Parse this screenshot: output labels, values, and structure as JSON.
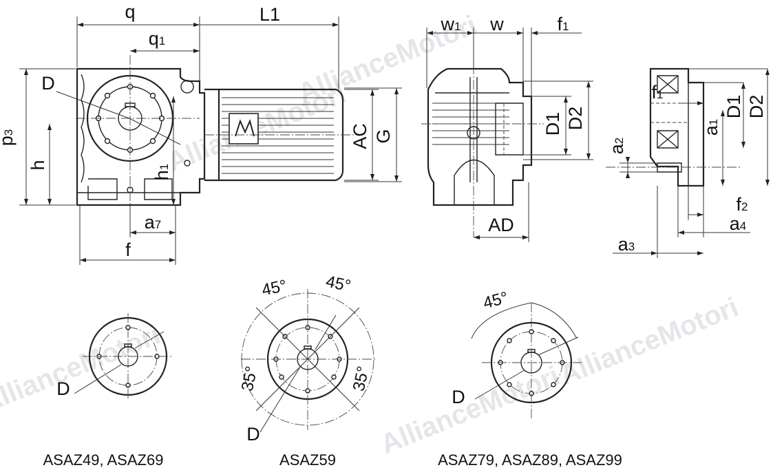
{
  "watermark": "AllianceMotori",
  "dims": {
    "q": "q",
    "q1": "q",
    "q1_sub": "1",
    "L1": "L1",
    "p3": "p",
    "p3_sub": "3",
    "h": "h",
    "h1": "h",
    "h1_sub": "1",
    "D": "D",
    "AC": "AC",
    "G": "G",
    "a7": "a",
    "a7_sub": "7",
    "f": "f",
    "w1": "w",
    "w1_sub": "1",
    "w": "w",
    "f1": "f",
    "f1_sub": "1",
    "D1": "D1",
    "D2": "D2",
    "AD": "AD",
    "r_f1": "f",
    "r_f1_sub": "1",
    "r_D1": "D1",
    "r_D2": "D2",
    "a1": "a",
    "a1_sub": "1",
    "a2": "a",
    "a2_sub": "2",
    "f2": "f",
    "f2_sub": "2",
    "a4": "a",
    "a4_sub": "4",
    "a3": "a",
    "a3_sub": "3"
  },
  "flanges": [
    {
      "caption": "ASAZ49, ASAZ69",
      "label": "D",
      "angles": []
    },
    {
      "caption": "ASAZ59",
      "label": "D",
      "angles": [
        "45°",
        "45°",
        "35°",
        "35°"
      ]
    },
    {
      "caption": "ASAZ79, ASAZ89, ASAZ99",
      "label": "D",
      "angles": [
        "45°"
      ]
    }
  ]
}
